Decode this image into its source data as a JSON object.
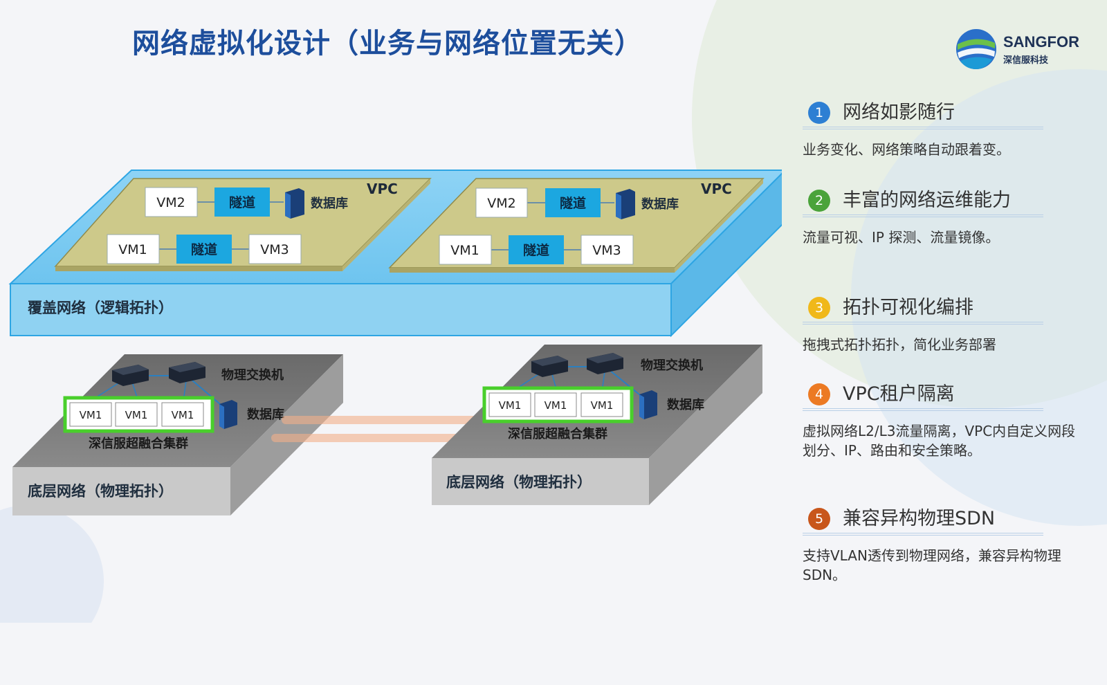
{
  "title": "网络虚拟化设计（业务与网络位置无关）",
  "logo": {
    "name": "SANGFOR",
    "subtitle": "深信服科技"
  },
  "overlay": {
    "label": "覆盖网络（逻辑拓扑）",
    "vpcs": [
      {
        "name": "VPC",
        "top_vm": "VM2",
        "tunnel": "隧道",
        "db": "数据库",
        "left_vm": "VM1",
        "tunnel2": "隧道",
        "right_vm": "VM3"
      },
      {
        "name": "VPC",
        "top_vm": "VM2",
        "tunnel": "隧道",
        "db": "数据库",
        "left_vm": "VM1",
        "tunnel2": "隧道",
        "right_vm": "VM3"
      }
    ]
  },
  "underlay": [
    {
      "label": "底层网络（物理拓扑）",
      "switch": "物理交换机",
      "db": "数据库",
      "cluster": "深信服超融合集群",
      "vms": [
        "VM1",
        "VM1",
        "VM1"
      ]
    },
    {
      "label": "底层网络（物理拓扑）",
      "switch": "物理交换机",
      "db": "数据库",
      "cluster": "深信服超融合集群",
      "vms": [
        "VM1",
        "VM1",
        "VM1"
      ]
    }
  ],
  "features": [
    {
      "num": "1",
      "color": "#2d7fd3",
      "title": "网络如影随行",
      "desc": "业务变化、网络策略自动跟着变。"
    },
    {
      "num": "2",
      "color": "#4aa33a",
      "title": "丰富的网络运维能力",
      "desc": "流量可视、IP 探测、流量镜像。"
    },
    {
      "num": "3",
      "color": "#f0b81a",
      "title": "拓扑可视化编排",
      "desc": "拖拽式拓扑拓扑，简化业务部署"
    },
    {
      "num": "4",
      "color": "#ec7a23",
      "title": "VPC租户隔离",
      "desc": "虚拟网络L2/L3流量隔离，VPC内自定义网段划分、IP、路由和安全策略。"
    },
    {
      "num": "5",
      "color": "#c8561b",
      "title": "兼容异构物理SDN",
      "desc": "支持VLAN透传到物理网络，兼容异构物理SDN。"
    }
  ]
}
